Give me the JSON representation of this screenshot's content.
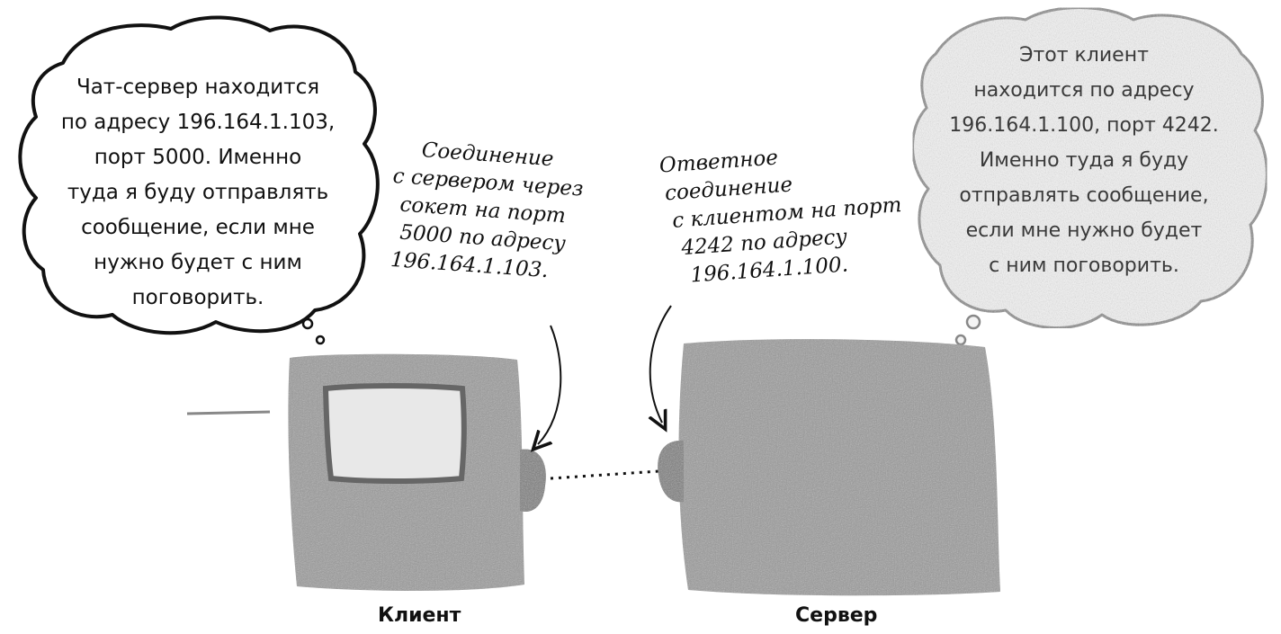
{
  "client_thought": {
    "lines": [
      "Чат-сервер находится",
      "по адресу 196.164.1.103,",
      "порт 5000. Именно",
      "туда я буду отправлять",
      "сообщение, если мне",
      "нужно будет с ним",
      "поговорить."
    ]
  },
  "server_thought": {
    "lines": [
      "Этот клиент",
      "находится по адресу",
      "196.164.1.100, порт 4242.",
      "Именно туда я буду",
      "отправлять сообщение,",
      "если мне нужно будет",
      "с ним поговорить."
    ]
  },
  "client_note": {
    "lines": [
      "Соединение",
      "с сервером через",
      "сокет на порт",
      "5000 по адресу",
      "196.164.1.103."
    ]
  },
  "server_note": {
    "lines": [
      "Ответное",
      "соединение",
      "с клиентом на порт",
      "4242 по адресу",
      "196.164.1.100."
    ]
  },
  "labels": {
    "client": "Клиент",
    "server": "Сервер"
  },
  "colors": {
    "ink": "#111111",
    "device_fill": "#9a9a9a",
    "screen_fill": "#e8e8e8",
    "server_bubble_text": "#3a3a3a"
  }
}
